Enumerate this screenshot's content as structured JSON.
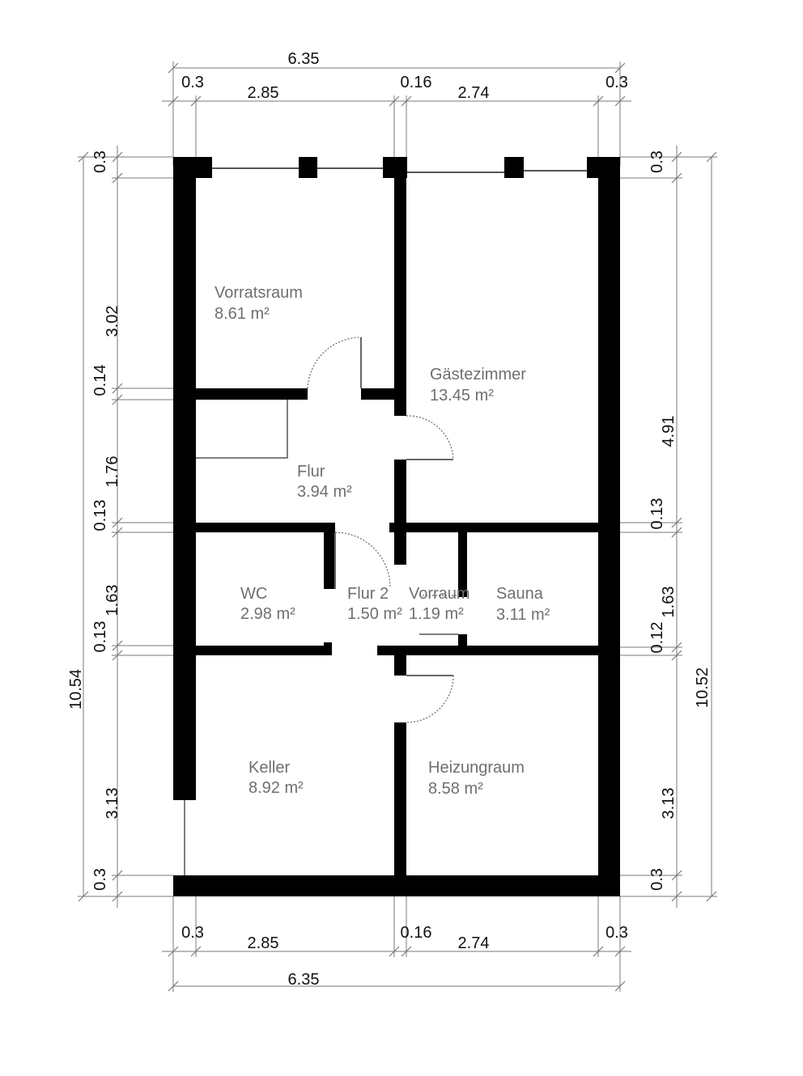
{
  "dimensions": {
    "top_total": "6.35",
    "top_segments": [
      "0.3",
      "2.85",
      "0.16",
      "2.74",
      "0.3"
    ],
    "bottom_total": "6.35",
    "bottom_segments": [
      "0.3",
      "2.85",
      "0.16",
      "2.74",
      "0.3"
    ],
    "left_total": "10.54",
    "left_segments": [
      "0.3",
      "3.02",
      "0.14",
      "1.76",
      "0.13",
      "1.63",
      "0.13",
      "3.13",
      "0.3"
    ],
    "right_total": "10.52",
    "right_segments": [
      "0.3",
      "4.91",
      "0.13",
      "1.63",
      "0.12",
      "3.13",
      "0.3"
    ]
  },
  "rooms": [
    {
      "name": "Vorratsraum",
      "area": "8.61 m²"
    },
    {
      "name": "Gästezimmer",
      "area": "13.45 m²"
    },
    {
      "name": "Flur",
      "area": "3.94 m²"
    },
    {
      "name": "WC",
      "area": "2.98 m²"
    },
    {
      "name": "Flur 2",
      "area": "1.50 m²"
    },
    {
      "name": "Vorraum",
      "area": "1.19 m²"
    },
    {
      "name": "Sauna",
      "area": "3.11 m²"
    },
    {
      "name": "Keller",
      "area": "8.92 m²"
    },
    {
      "name": "Heizungraum",
      "area": "8.58 m²"
    }
  ]
}
